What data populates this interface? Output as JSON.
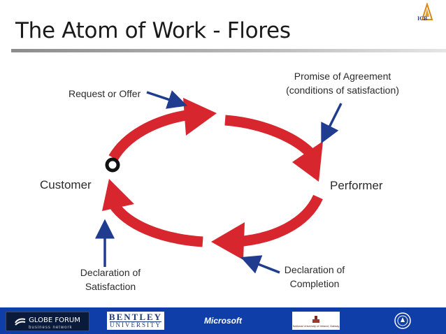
{
  "slide": {
    "title": "The Atom of Work - Flores"
  },
  "diagram": {
    "labels": {
      "request": "Request or Offer",
      "promise_line1": "Promise of Agreement",
      "promise_line2": "(conditions of satisfaction)",
      "customer": "Customer",
      "performer": "Performer",
      "declaration_completion_line1": "Declaration of",
      "declaration_completion_line2": "Completion",
      "declaration_satisfaction_line1": "Declaration of",
      "declaration_satisfaction_line2": "Satisfaction"
    },
    "colors": {
      "cycle_arrows": "#d8262e",
      "pointer_arrows": "#1f3c8f",
      "start_marker": "#111111"
    }
  },
  "footer": {
    "background": "#0f3ea8",
    "logos": {
      "globe_forum": "GLOBE FORUM",
      "globe_forum_sub": "business network",
      "bentley_top": "BENTLEY",
      "bentley_bottom": "UNIVERSITY",
      "microsoft": "Microsoft",
      "ireland_name": "National University of Ireland, Galway"
    }
  },
  "corner_logo": {
    "text": "ICB"
  }
}
